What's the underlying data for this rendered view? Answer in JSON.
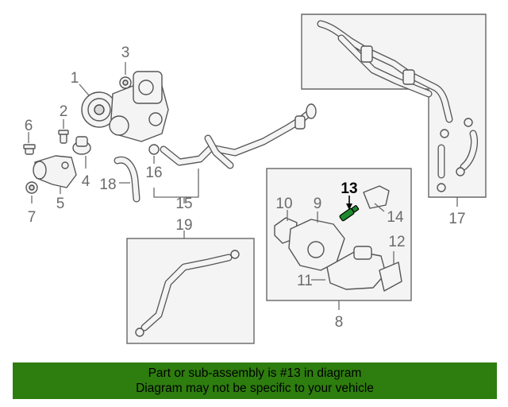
{
  "callouts": {
    "c1": "1",
    "c2": "2",
    "c3": "3",
    "c4": "4",
    "c5": "5",
    "c6": "6",
    "c7": "7",
    "c8": "8",
    "c9": "9",
    "c10": "10",
    "c11": "11",
    "c12": "12",
    "c13": "13",
    "c14": "14",
    "c15": "15",
    "c16": "16",
    "c17": "17",
    "c18": "18",
    "c19": "19"
  },
  "highlighted_part": "13",
  "colors": {
    "banner": "#2e7d0f",
    "highlight": "#1f8a2e",
    "line": "#555555",
    "label": "#6b6b6b"
  },
  "banner": {
    "line1": "Part or sub-assembly is #13 in diagram",
    "line2": "Diagram may not be specific to your vehicle"
  }
}
